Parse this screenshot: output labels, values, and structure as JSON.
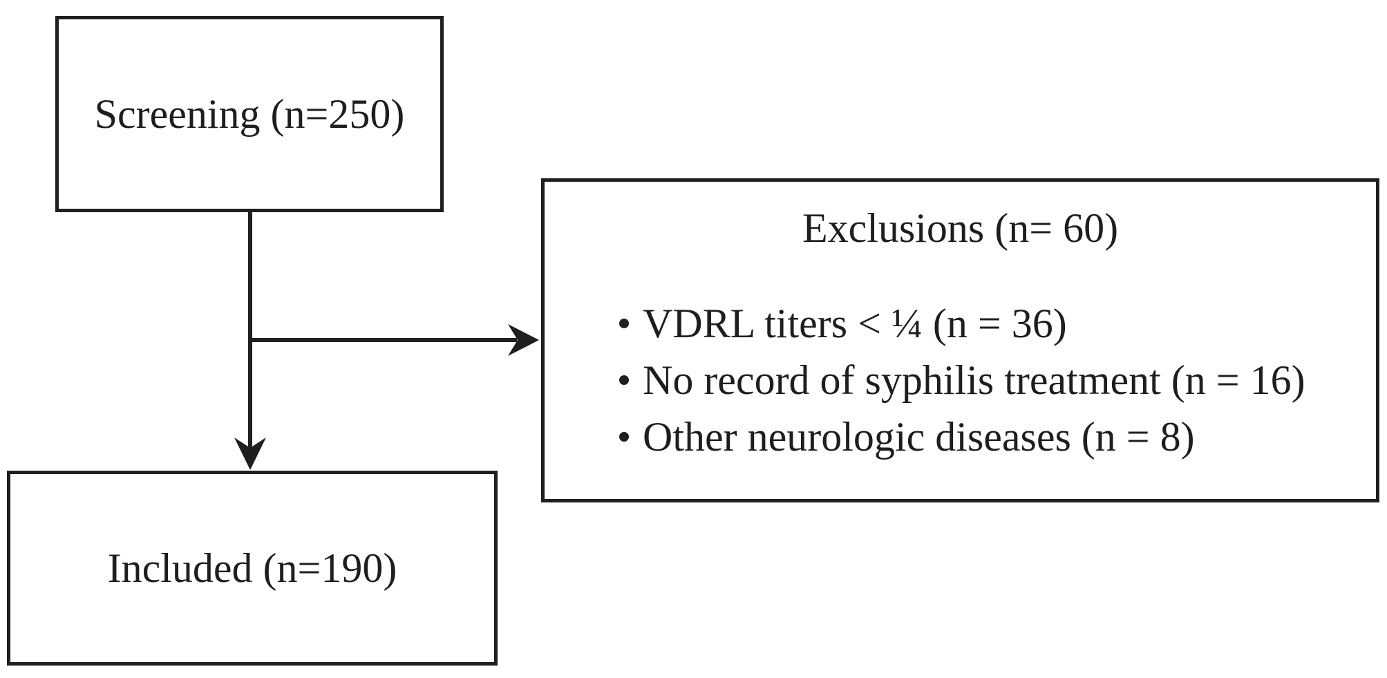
{
  "boxes": {
    "screening": {
      "label": "Screening (n=250)"
    },
    "included": {
      "label": "Included (n=190)"
    },
    "exclusions": {
      "title": "Exclusions (n= 60)",
      "items": [
        "VDRL titers < ¼ (n = 36)",
        "No record of syphilis treatment (n = 16)",
        "Other neurologic diseases (n = 8)"
      ]
    }
  },
  "colors": {
    "line": "#1f1f1f",
    "text": "#1e1e1e",
    "background": "#ffffff"
  }
}
